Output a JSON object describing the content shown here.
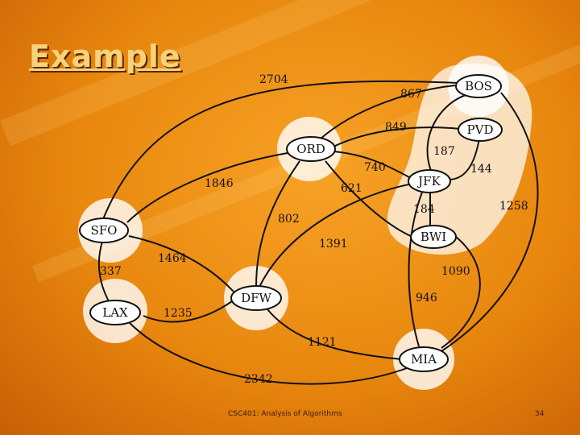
{
  "slide": {
    "title": "Example",
    "footer_course": "CSC401: Analysis of Algorithms",
    "page_number": "34"
  },
  "graph": {
    "nodes": [
      {
        "id": "BOS",
        "label": "BOS"
      },
      {
        "id": "PVD",
        "label": "PVD"
      },
      {
        "id": "ORD",
        "label": "ORD"
      },
      {
        "id": "JFK",
        "label": "JFK"
      },
      {
        "id": "BWI",
        "label": "BWI"
      },
      {
        "id": "SFO",
        "label": "SFO"
      },
      {
        "id": "LAX",
        "label": "LAX"
      },
      {
        "id": "DFW",
        "label": "DFW"
      },
      {
        "id": "MIA",
        "label": "MIA"
      }
    ],
    "edges": [
      {
        "from": "SFO",
        "to": "BOS",
        "weight": "2704"
      },
      {
        "from": "ORD",
        "to": "BOS",
        "weight": "867"
      },
      {
        "from": "ORD",
        "to": "PVD",
        "weight": "849"
      },
      {
        "from": "JFK",
        "to": "BOS",
        "weight": "187"
      },
      {
        "from": "JFK",
        "to": "PVD",
        "weight": "144"
      },
      {
        "from": "ORD",
        "to": "JFK",
        "weight": "740"
      },
      {
        "from": "ORD",
        "to": "SFO",
        "weight": "1846"
      },
      {
        "from": "ORD",
        "to": "BWI",
        "weight": "621"
      },
      {
        "from": "ORD",
        "to": "DFW",
        "weight": "802"
      },
      {
        "from": "JFK",
        "to": "BWI",
        "weight": "184"
      },
      {
        "from": "BOS",
        "to": "MIA",
        "weight": "1258"
      },
      {
        "from": "SFO",
        "to": "DFW",
        "weight": "1464"
      },
      {
        "from": "DFW",
        "to": "JFK",
        "weight": "1391"
      },
      {
        "from": "SFO",
        "to": "LAX",
        "weight": "337"
      },
      {
        "from": "LAX",
        "to": "DFW",
        "weight": "1235"
      },
      {
        "from": "BWI",
        "to": "MIA",
        "weight": "1090"
      },
      {
        "from": "DFW",
        "to": "MIA",
        "weight": "1121"
      },
      {
        "from": "JFK",
        "to": "MIA",
        "weight": "946"
      },
      {
        "from": "LAX",
        "to": "MIA",
        "weight": "2342"
      }
    ]
  }
}
